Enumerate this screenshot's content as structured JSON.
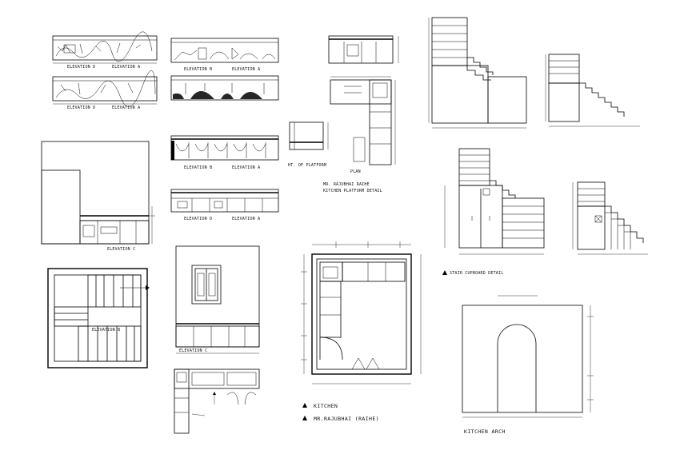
{
  "sheet": {
    "labels": {
      "elev_d_1": "ELEVATION D",
      "elev_a_1": "ELEVATION A",
      "elev_d_2": "ELEVATION D",
      "elev_a_2": "ELEVATION A",
      "elev_b_1": "ELEVATION B",
      "elev_a_3": "ELEVATION A",
      "elev_b_2": "ELEVATION B",
      "elev_a_4": "ELEVATION A",
      "elev_d_3": "ELEVATION D",
      "elev_a_5": "ELEVATION A",
      "elev_c": "ELEVATION C",
      "elev_c_big": "ELEVATION C",
      "elev_b_small": "ELEVATION B",
      "ht_platform": "HT. OF PLATFORM",
      "plan": "PLAN",
      "client_1": "MR. RAJUBHAI RAIHE",
      "platform_detail": "KITCHEN PLATFORM DETAIL",
      "stair_cupboard": "STAIR CUPBOARD DETAIL",
      "kitchen": "KITCHEN",
      "client_2": "MR.RAJUBHAI (RAIHE)",
      "kitchen_arch": "KITCHEN ARCH"
    },
    "icons": {
      "marker_1": "triangle-marker-icon",
      "marker_2": "triangle-marker-icon"
    }
  }
}
